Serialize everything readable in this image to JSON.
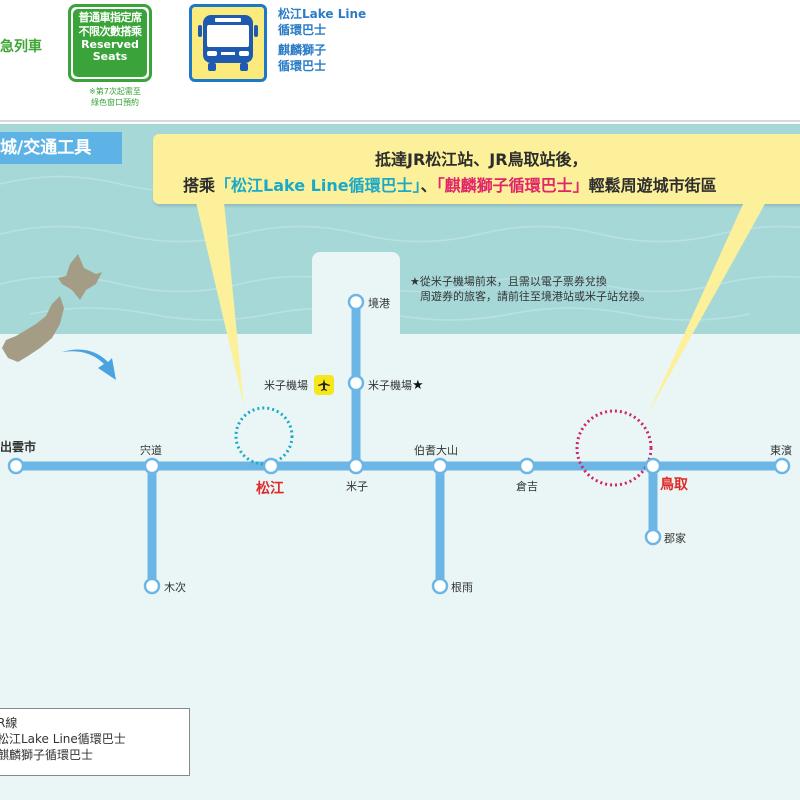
{
  "header": {
    "express_label": "急列車",
    "reserved_badge": {
      "zh_line1": "普通車指定席",
      "zh_line2": "不限次數搭乘",
      "en_line1": "Reserved",
      "en_line2": "Seats",
      "color": "#3aa43a"
    },
    "reserved_note": {
      "line1": "※第7次起需至",
      "line2": "綠色窗口預約"
    },
    "bus_badge": {
      "icon": "bus-icon",
      "bg_color": "#fbea7c",
      "border_color": "#1e78c8"
    },
    "bus_labels": {
      "lake_line_1": "松江Lake Line",
      "lake_line_2": "循環巴士",
      "kirin_1": "麒麟獅子",
      "kirin_2": "循環巴士"
    }
  },
  "map": {
    "section_tab": "城/交通工具",
    "callout": {
      "line1": "抵達JR松江站、JR鳥取站後，",
      "line2_prefix": "搭乘",
      "line2_teal": "「松江Lake Line循環巴士」",
      "line2_sep": "、",
      "line2_pink": "「麒麟獅子循環巴士」",
      "line2_suffix": "輕鬆周遊城市街區"
    },
    "note": {
      "line1": "★從米子機場前來，且需以電子票券兌換",
      "line2": "周遊券的旅客，請前往至境港站或米子站兌換。"
    },
    "airport": {
      "label": "米子機場",
      "icon": "airplane-icon"
    },
    "stations": [
      {
        "name": "出雲市",
        "type": "bold"
      },
      {
        "name": "宍道",
        "type": "normal"
      },
      {
        "name": "木次",
        "type": "normal"
      },
      {
        "name": "松江",
        "type": "major"
      },
      {
        "name": "米子",
        "type": "normal"
      },
      {
        "name": "米子機場",
        "type": "normal",
        "star": "★"
      },
      {
        "name": "境港",
        "type": "normal"
      },
      {
        "name": "伯耆大山",
        "type": "normal"
      },
      {
        "name": "根雨",
        "type": "normal"
      },
      {
        "name": "倉吉",
        "type": "normal"
      },
      {
        "name": "鳥取",
        "type": "major"
      },
      {
        "name": "郡家",
        "type": "normal"
      },
      {
        "name": "東濱",
        "type": "normal"
      }
    ],
    "colors": {
      "jr_line": "#6cb6e6",
      "lake_line_circle": "#1aa9c9",
      "kirin_circle": "#d0246a",
      "major_station": "#e02a2a"
    }
  },
  "legend": {
    "items": [
      {
        "label": "R線"
      },
      {
        "label": "松江Lake Line循環巴士"
      },
      {
        "label": "麒麟獅子循環巴士"
      }
    ]
  }
}
